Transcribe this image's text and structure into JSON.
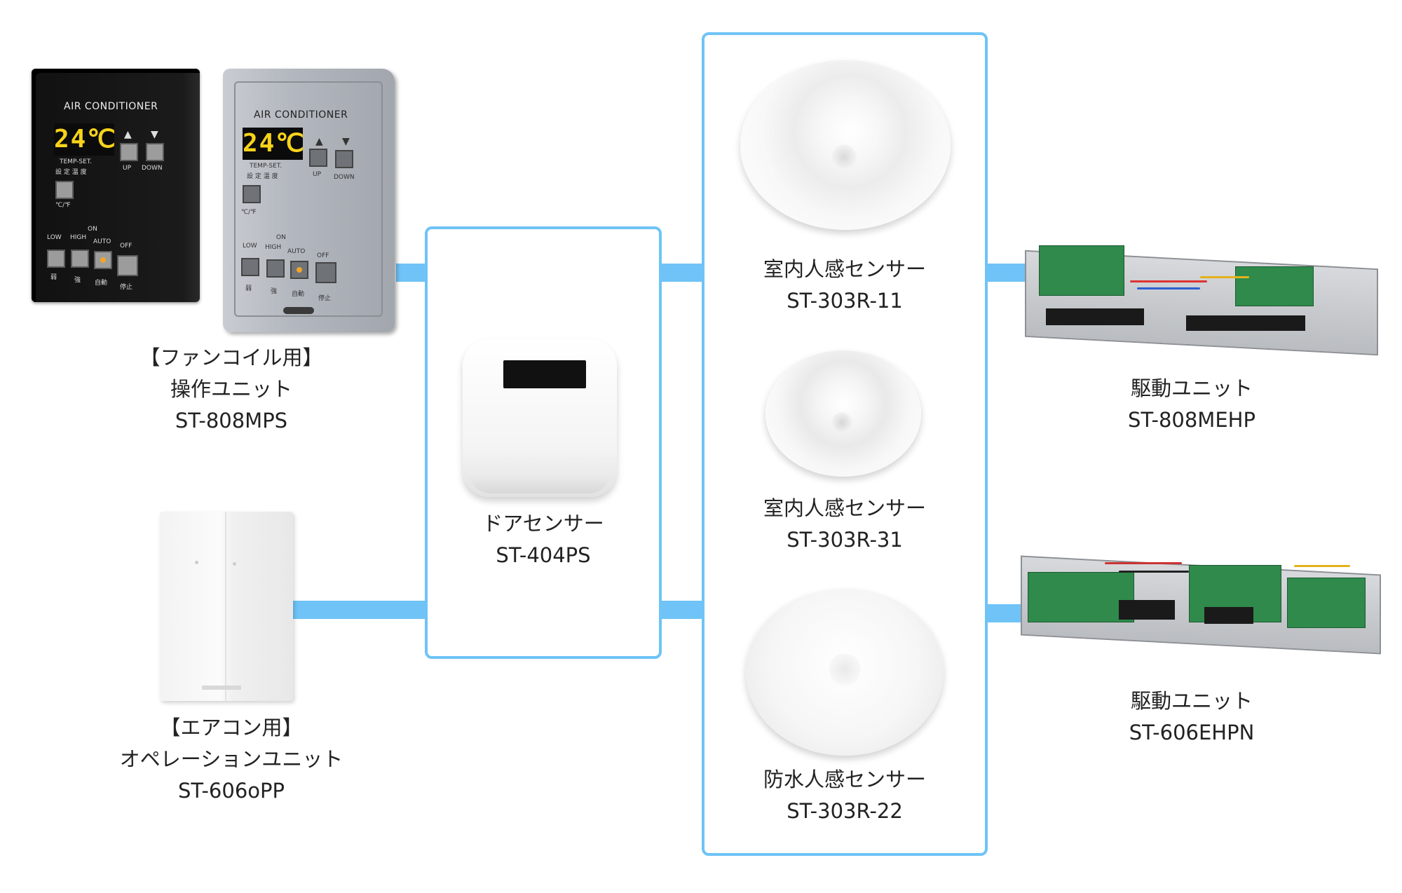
{
  "colors": {
    "connector": "#6fc3f6",
    "box_border": "#6fc3f6",
    "text": "#222222",
    "lcd_digits": "#f7d21a"
  },
  "products": {
    "fancoil_unit": {
      "line1": "【ファンコイル用】",
      "line2": "操作ユニット",
      "model": "ST-808MPS"
    },
    "operation_unit": {
      "line1": "【エアコン用】",
      "line2": "オペレーションユニット",
      "model": "ST-606oPP"
    },
    "door_sensor": {
      "name": "ドアセンサー",
      "model": "ST-404PS"
    },
    "sensors": [
      {
        "name": "室内人感センサー",
        "model": "ST-303R-11"
      },
      {
        "name": "室内人感センサー",
        "model": "ST-303R-31"
      },
      {
        "name": "防水人感センサー",
        "model": "ST-303R-22"
      }
    ],
    "drive_units": [
      {
        "name": "駆動ユニット",
        "model": "ST-808MEHP"
      },
      {
        "name": "駆動ユニット",
        "model": "ST-606EHPN"
      }
    ]
  },
  "panel_text": {
    "title": "AIR CONDITIONER",
    "display": "24℃",
    "temp_set": "TEMP-SET.",
    "temp_set_jp": "設 定 温 度",
    "up": "UP",
    "down": "DOWN",
    "unit_toggle": "℃/℉",
    "on": "ON",
    "low": "LOW",
    "high": "HIGH",
    "auto": "AUTO",
    "off": "OFF",
    "weak": "弱",
    "strong": "強",
    "automatic": "自動",
    "stop": "停止",
    "up_arrow": "▲",
    "down_arrow": "▼"
  }
}
